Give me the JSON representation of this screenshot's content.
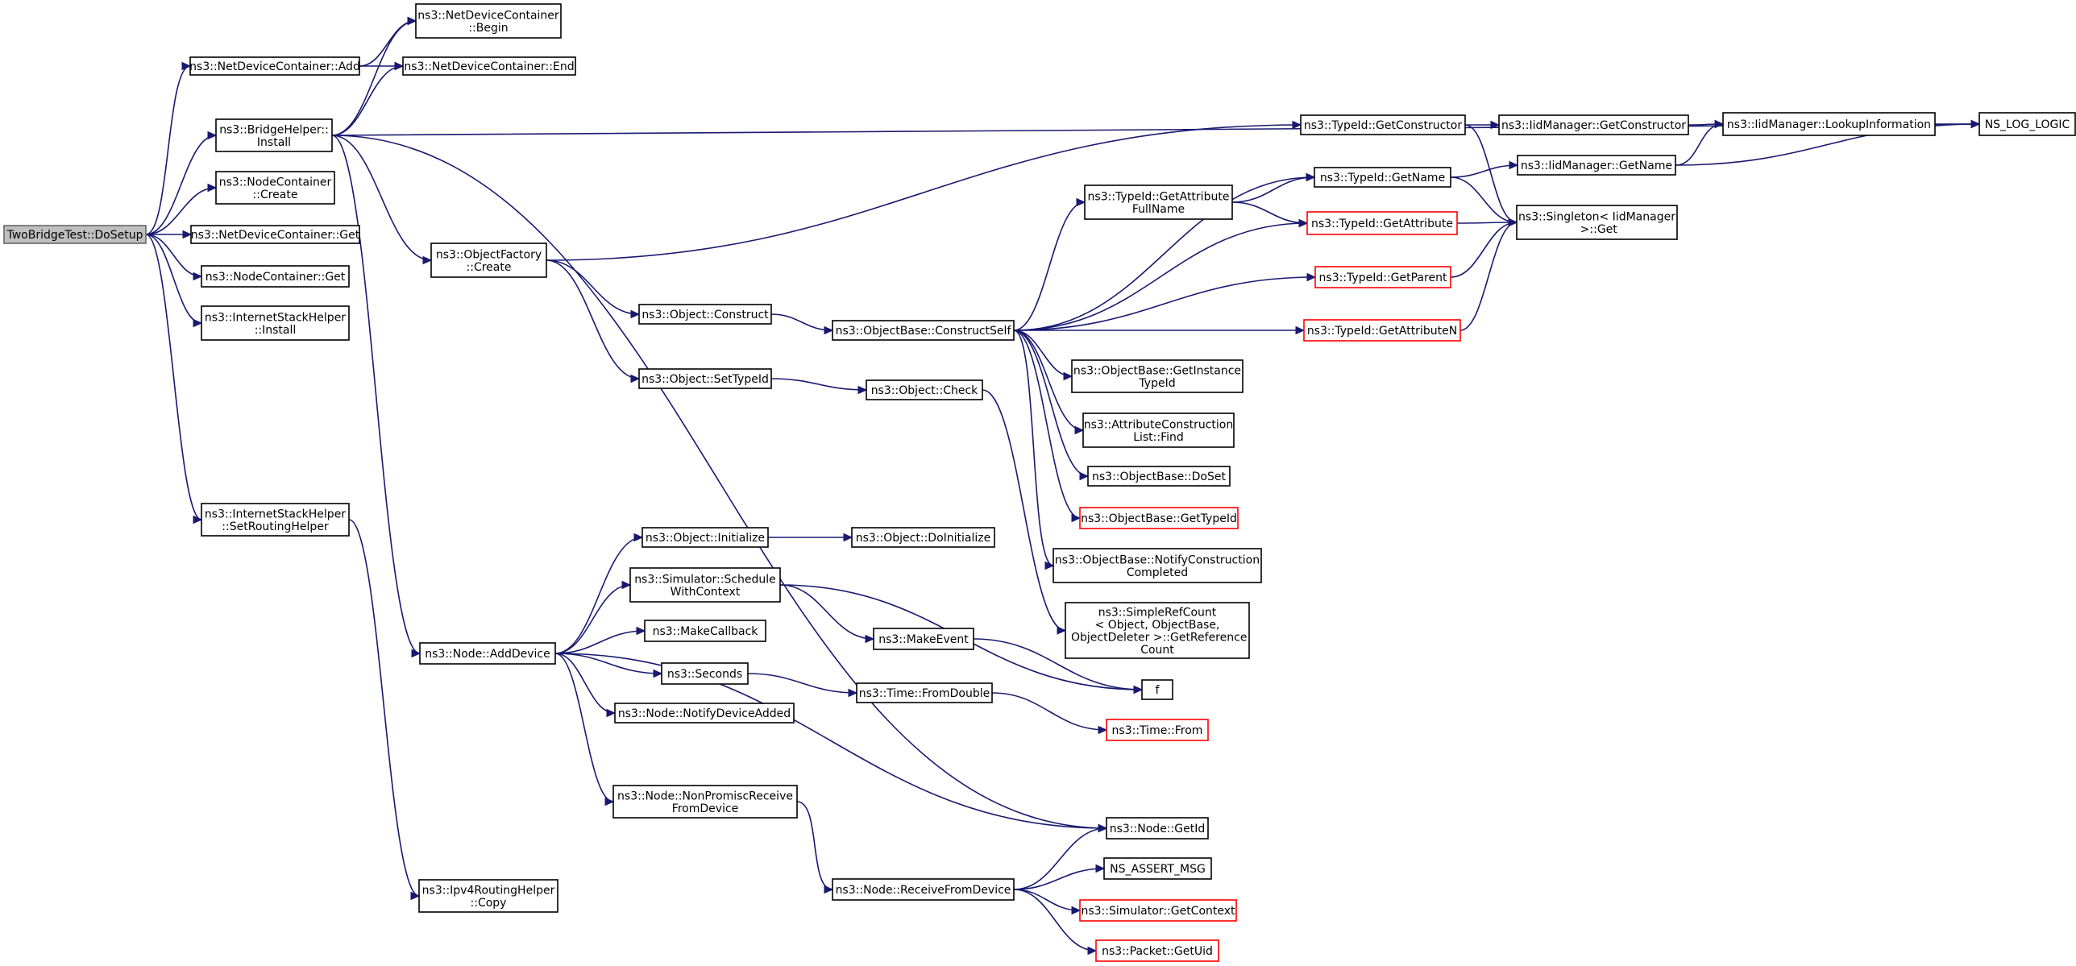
{
  "graph": {
    "edge_color": "#191970",
    "node_border": "#000000",
    "truncated_border": "#ff0000",
    "root_fill": "#bfbfbf",
    "nodes": [
      {
        "id": "root",
        "lines": [
          "TwoBridgeTest::DoSetup"
        ],
        "root": true
      },
      {
        "id": "ndcAdd",
        "lines": [
          "ns3::NetDeviceContainer::Add"
        ]
      },
      {
        "id": "ndcBegin",
        "lines": [
          "ns3::NetDeviceContainer",
          "::Begin"
        ]
      },
      {
        "id": "ndcEnd",
        "lines": [
          "ns3::NetDeviceContainer::End"
        ]
      },
      {
        "id": "bridgeInstall",
        "lines": [
          "ns3::BridgeHelper::",
          "Install"
        ]
      },
      {
        "id": "ncCreate",
        "lines": [
          "ns3::NodeContainer",
          "::Create"
        ]
      },
      {
        "id": "ndcGet",
        "lines": [
          "ns3::NetDeviceContainer::Get"
        ]
      },
      {
        "id": "ncGet",
        "lines": [
          "ns3::NodeContainer::Get"
        ]
      },
      {
        "id": "ishInstall",
        "lines": [
          "ns3::InternetStackHelper",
          "::Install"
        ]
      },
      {
        "id": "ishSetRouting",
        "lines": [
          "ns3::InternetStackHelper",
          "::SetRoutingHelper"
        ]
      },
      {
        "id": "ipv4Copy",
        "lines": [
          "ns3::Ipv4RoutingHelper",
          "::Copy"
        ]
      },
      {
        "id": "ofCreate",
        "lines": [
          "ns3::ObjectFactory",
          "::Create"
        ]
      },
      {
        "id": "objConstruct",
        "lines": [
          "ns3::Object::Construct"
        ]
      },
      {
        "id": "objSetTypeId",
        "lines": [
          "ns3::Object::SetTypeId"
        ]
      },
      {
        "id": "objCheck",
        "lines": [
          "ns3::Object::Check"
        ]
      },
      {
        "id": "obConstructSelf",
        "lines": [
          "ns3::ObjectBase::ConstructSelf"
        ]
      },
      {
        "id": "tidGetConstructor",
        "lines": [
          "ns3::TypeId::GetConstructor"
        ]
      },
      {
        "id": "iidGetConstructor",
        "lines": [
          "ns3::IidManager::GetConstructor"
        ]
      },
      {
        "id": "iidLookup",
        "lines": [
          "ns3::IidManager::LookupInformation"
        ]
      },
      {
        "id": "nsLogLogic",
        "lines": [
          "NS_LOG_LOGIC"
        ]
      },
      {
        "id": "tidGetName",
        "lines": [
          "ns3::TypeId::GetName"
        ]
      },
      {
        "id": "iidGetName",
        "lines": [
          "ns3::IidManager::GetName"
        ]
      },
      {
        "id": "tidGetAttrFull",
        "lines": [
          "ns3::TypeId::GetAttribute",
          "FullName"
        ]
      },
      {
        "id": "tidGetAttribute",
        "lines": [
          "ns3::TypeId::GetAttribute"
        ],
        "truncated": true
      },
      {
        "id": "singletonGet",
        "lines": [
          "ns3::Singleton< IidManager",
          " >::Get"
        ]
      },
      {
        "id": "tidGetParent",
        "lines": [
          "ns3::TypeId::GetParent"
        ],
        "truncated": true
      },
      {
        "id": "tidGetAttributeN",
        "lines": [
          "ns3::TypeId::GetAttributeN"
        ],
        "truncated": true
      },
      {
        "id": "obGetInstanceTypeId",
        "lines": [
          "ns3::ObjectBase::GetInstance",
          "TypeId"
        ]
      },
      {
        "id": "aclFind",
        "lines": [
          "ns3::AttributeConstruction",
          "List::Find"
        ]
      },
      {
        "id": "obDoSet",
        "lines": [
          "ns3::ObjectBase::DoSet"
        ]
      },
      {
        "id": "obGetTypeId",
        "lines": [
          "ns3::ObjectBase::GetTypeId"
        ],
        "truncated": true
      },
      {
        "id": "obNotify",
        "lines": [
          "ns3::ObjectBase::NotifyConstruction",
          "Completed"
        ]
      },
      {
        "id": "srcGetRef",
        "lines": [
          "ns3::SimpleRefCount",
          "< Object, ObjectBase,",
          " ObjectDeleter >::GetReference",
          "Count"
        ]
      },
      {
        "id": "objInitialize",
        "lines": [
          "ns3::Object::Initialize"
        ]
      },
      {
        "id": "objDoInitialize",
        "lines": [
          "ns3::Object::DoInitialize"
        ]
      },
      {
        "id": "simSchedule",
        "lines": [
          "ns3::Simulator::Schedule",
          "WithContext"
        ]
      },
      {
        "id": "makeCallback",
        "lines": [
          "ns3::MakeCallback"
        ]
      },
      {
        "id": "makeEvent",
        "lines": [
          "ns3::MakeEvent"
        ]
      },
      {
        "id": "fNode",
        "lines": [
          "f"
        ]
      },
      {
        "id": "nodeAddDevice",
        "lines": [
          "ns3::Node::AddDevice"
        ]
      },
      {
        "id": "seconds",
        "lines": [
          "ns3::Seconds"
        ]
      },
      {
        "id": "timeFromDouble",
        "lines": [
          "ns3::Time::FromDouble"
        ]
      },
      {
        "id": "timeFrom",
        "lines": [
          "ns3::Time::From"
        ],
        "truncated": true
      },
      {
        "id": "nodeNotify",
        "lines": [
          "ns3::Node::NotifyDeviceAdded"
        ]
      },
      {
        "id": "nodeNonPromisc",
        "lines": [
          "ns3::Node::NonPromiscReceive",
          "FromDevice"
        ]
      },
      {
        "id": "nodeGetId",
        "lines": [
          "ns3::Node::GetId"
        ]
      },
      {
        "id": "nodeReceive",
        "lines": [
          "ns3::Node::ReceiveFromDevice"
        ]
      },
      {
        "id": "nsAssertMsg",
        "lines": [
          "NS_ASSERT_MSG"
        ]
      },
      {
        "id": "simGetContext",
        "lines": [
          "ns3::Simulator::GetContext"
        ],
        "truncated": true
      },
      {
        "id": "packetGetUid",
        "lines": [
          "ns3::Packet::GetUid"
        ],
        "truncated": true
      }
    ],
    "edges": [
      [
        "root",
        "ndcAdd"
      ],
      [
        "root",
        "bridgeInstall"
      ],
      [
        "root",
        "ncCreate"
      ],
      [
        "root",
        "ndcGet"
      ],
      [
        "root",
        "ncGet"
      ],
      [
        "root",
        "ishInstall"
      ],
      [
        "root",
        "ishSetRouting"
      ],
      [
        "ndcAdd",
        "ndcBegin"
      ],
      [
        "ndcAdd",
        "ndcEnd"
      ],
      [
        "bridgeInstall",
        "ndcBegin"
      ],
      [
        "bridgeInstall",
        "ndcEnd"
      ],
      [
        "bridgeInstall",
        "nsLogLogic"
      ],
      [
        "bridgeInstall",
        "ofCreate"
      ],
      [
        "bridgeInstall",
        "nodeAddDevice"
      ],
      [
        "bridgeInstall",
        "nodeGetId"
      ],
      [
        "ishSetRouting",
        "ipv4Copy"
      ],
      [
        "ofCreate",
        "tidGetConstructor"
      ],
      [
        "ofCreate",
        "objConstruct"
      ],
      [
        "ofCreate",
        "objSetTypeId"
      ],
      [
        "objConstruct",
        "obConstructSelf"
      ],
      [
        "objSetTypeId",
        "objCheck"
      ],
      [
        "objCheck",
        "srcGetRef"
      ],
      [
        "tidGetConstructor",
        "iidGetConstructor"
      ],
      [
        "tidGetConstructor",
        "singletonGet"
      ],
      [
        "iidGetConstructor",
        "iidLookup"
      ],
      [
        "iidLookup",
        "nsLogLogic"
      ],
      [
        "tidGetName",
        "iidGetName"
      ],
      [
        "tidGetName",
        "singletonGet"
      ],
      [
        "iidGetName",
        "iidLookup"
      ],
      [
        "iidGetName",
        "nsLogLogic"
      ],
      [
        "tidGetAttrFull",
        "tidGetName"
      ],
      [
        "tidGetAttrFull",
        "tidGetAttribute"
      ],
      [
        "tidGetAttribute",
        "singletonGet"
      ],
      [
        "tidGetParent",
        "singletonGet"
      ],
      [
        "tidGetAttributeN",
        "singletonGet"
      ],
      [
        "obConstructSelf",
        "tidGetName"
      ],
      [
        "obConstructSelf",
        "tidGetAttrFull"
      ],
      [
        "obConstructSelf",
        "tidGetAttribute"
      ],
      [
        "obConstructSelf",
        "tidGetParent"
      ],
      [
        "obConstructSelf",
        "tidGetAttributeN"
      ],
      [
        "obConstructSelf",
        "obGetInstanceTypeId"
      ],
      [
        "obConstructSelf",
        "aclFind"
      ],
      [
        "obConstructSelf",
        "obDoSet"
      ],
      [
        "obConstructSelf",
        "obGetTypeId"
      ],
      [
        "obConstructSelf",
        "obNotify"
      ],
      [
        "nodeAddDevice",
        "objInitialize"
      ],
      [
        "nodeAddDevice",
        "simSchedule"
      ],
      [
        "nodeAddDevice",
        "makeCallback"
      ],
      [
        "nodeAddDevice",
        "seconds"
      ],
      [
        "nodeAddDevice",
        "nodeNotify"
      ],
      [
        "nodeAddDevice",
        "nodeNonPromisc"
      ],
      [
        "nodeAddDevice",
        "nodeGetId"
      ],
      [
        "objInitialize",
        "objDoInitialize"
      ],
      [
        "simSchedule",
        "makeEvent"
      ],
      [
        "simSchedule",
        "fNode"
      ],
      [
        "makeEvent",
        "fNode"
      ],
      [
        "seconds",
        "timeFromDouble"
      ],
      [
        "timeFromDouble",
        "timeFrom"
      ],
      [
        "nodeNonPromisc",
        "nodeReceive"
      ],
      [
        "nodeReceive",
        "nodeGetId"
      ],
      [
        "nodeReceive",
        "nsAssertMsg"
      ],
      [
        "nodeReceive",
        "simGetContext"
      ],
      [
        "nodeReceive",
        "packetGetUid"
      ]
    ]
  }
}
